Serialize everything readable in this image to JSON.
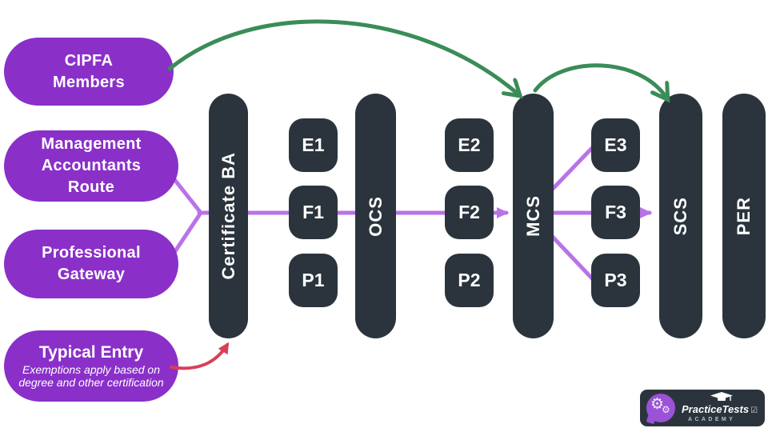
{
  "palette": {
    "dark_bar": "#2b343c",
    "pill_purple": "#8a30c9",
    "connector_purple": "#b873e8",
    "skip_green": "#3a8c58",
    "entry_red": "#d84058",
    "logo_bubble_purple": "#9b51d8",
    "text_white": "#ffffff"
  },
  "entry_pills": {
    "cipfa": {
      "lines": [
        "CIPFA",
        "Members"
      ]
    },
    "management": {
      "lines": [
        "Management",
        "Accountants",
        "Route"
      ]
    },
    "gateway": {
      "lines": [
        "Professional",
        "Gateway"
      ]
    },
    "typical": {
      "title": "Typical Entry",
      "note": "Exemptions apply based on degree and other certification"
    }
  },
  "stages": [
    {
      "label": "Certificate BA"
    },
    {
      "label": "OCS"
    },
    {
      "label": "MCS"
    },
    {
      "label": "SCS"
    },
    {
      "label": "PER"
    }
  ],
  "exam_columns": [
    {
      "exams": [
        "E1",
        "F1",
        "P1"
      ]
    },
    {
      "exams": [
        "E2",
        "F2",
        "P2"
      ]
    },
    {
      "exams": [
        "E3",
        "F3",
        "P3"
      ]
    }
  ],
  "logo": {
    "brand": "PracticeTests",
    "academy": "ACADEMY",
    "check_icon": "☑",
    "gear_icon": "⚙"
  }
}
